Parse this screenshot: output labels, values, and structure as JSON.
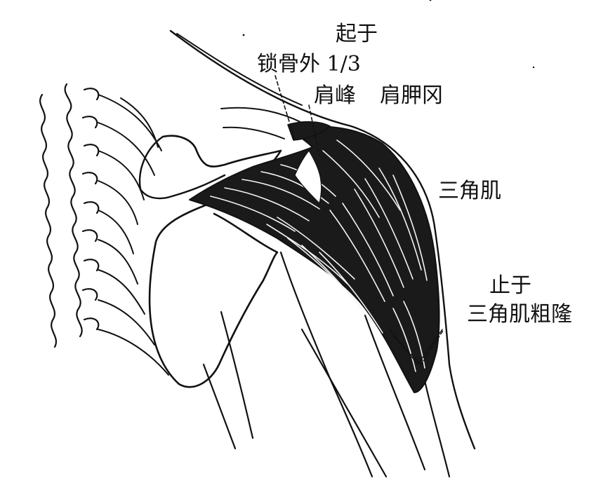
{
  "labels": {
    "origin_title": "起于",
    "origin_clavicle": "锁骨外 1/3",
    "origin_acromion": "肩峰",
    "origin_spine": "肩胛冈",
    "muscle_name": "三角肌",
    "insertion_title": "止于",
    "insertion_site": "三角肌粗隆"
  },
  "colors": {
    "ink": "#111111",
    "background": "#ffffff"
  }
}
